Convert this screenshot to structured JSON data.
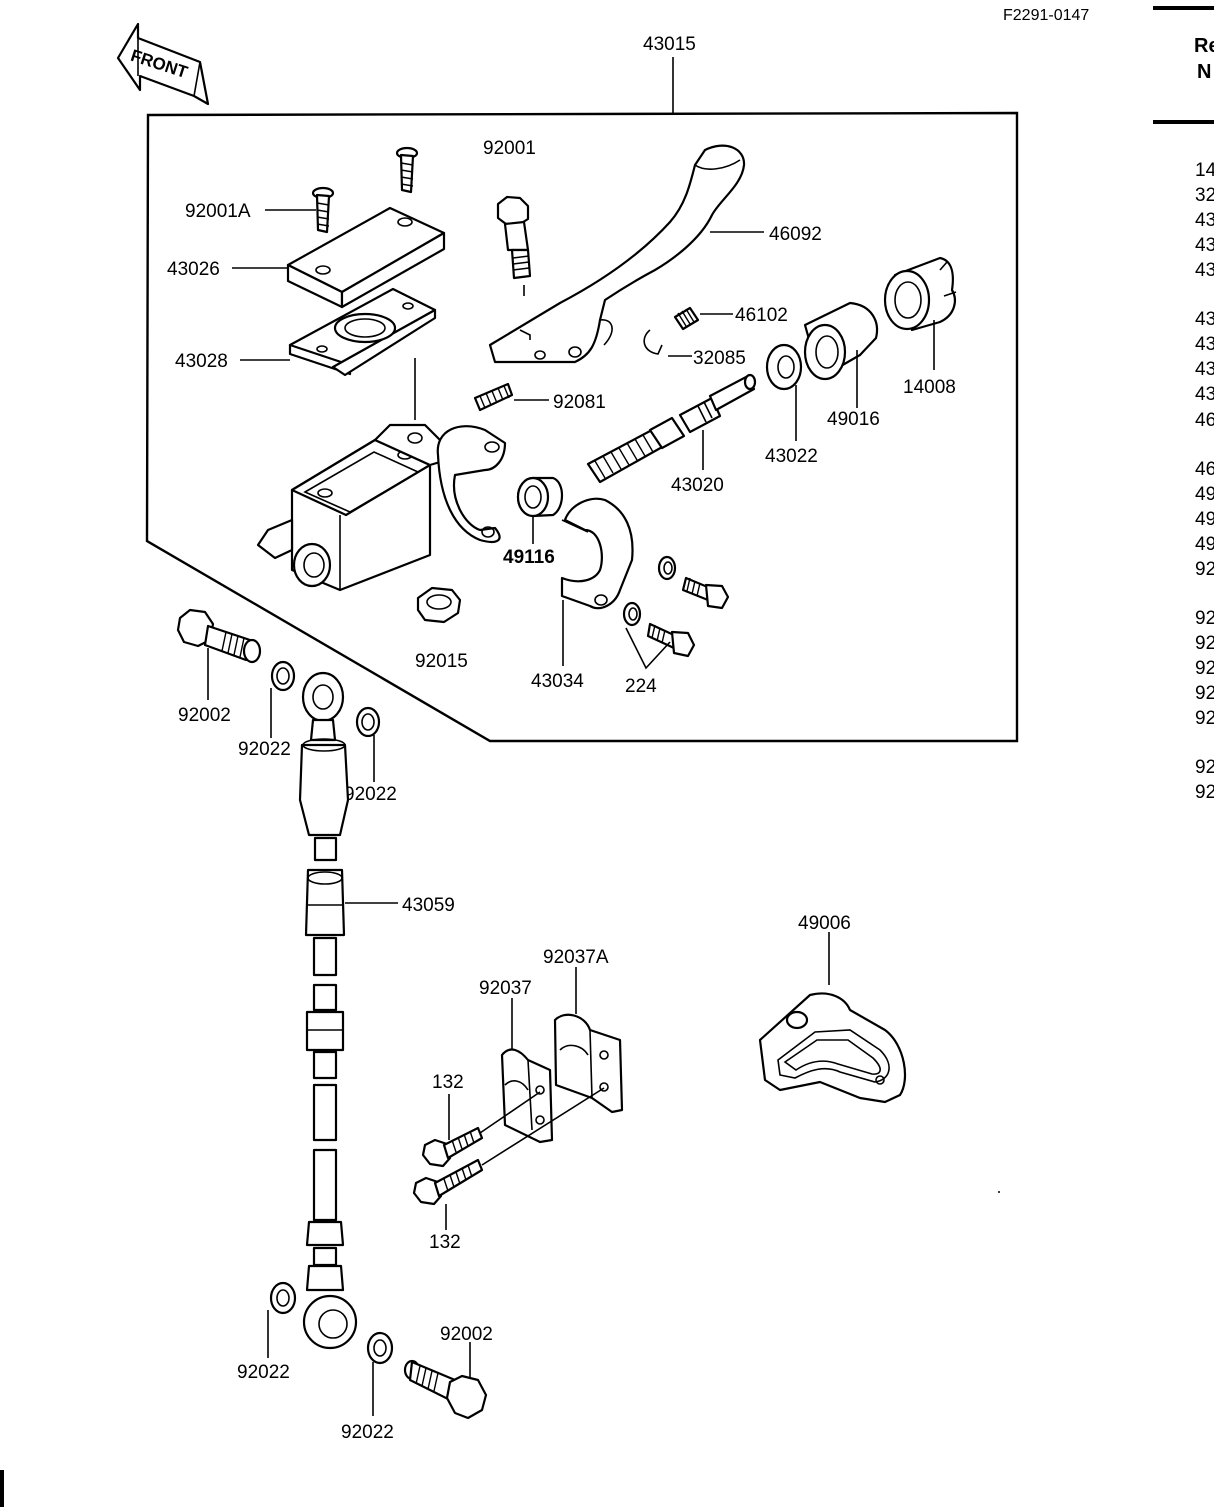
{
  "drawing_code": "F2291-0147",
  "front_badge": "FRONT",
  "ref_header": [
    "Re",
    "N"
  ],
  "ref_column": [
    "14",
    "32",
    "43",
    "43",
    "43",
    "43",
    "43",
    "43",
    "43",
    "46",
    "46",
    "49",
    "49",
    "49",
    "92",
    "92",
    "92",
    "92",
    "92",
    "92",
    "92",
    "92"
  ],
  "labels": {
    "p43015": "43015",
    "p92001": "92001",
    "p92001A": "92001A",
    "p46092": "46092",
    "p43026": "43026",
    "p46102": "46102",
    "p43028": "43028",
    "p32085": "32085",
    "p14008": "14008",
    "p92081": "92081",
    "p49016": "49016",
    "p43022": "43022",
    "p43020": "43020",
    "p49116": "49116",
    "p92015": "92015",
    "p43034": "43034",
    "p224": "224",
    "p92002_top": "92002",
    "p92022_a": "92022",
    "p92022_b": "92022",
    "p43059": "43059",
    "p49006": "49006",
    "p92037A": "92037A",
    "p92037": "92037",
    "p132_top": "132",
    "p132_bottom": "132",
    "p92022_c": "92022",
    "p92002_bottom": "92002",
    "p92022_d": "92022"
  }
}
